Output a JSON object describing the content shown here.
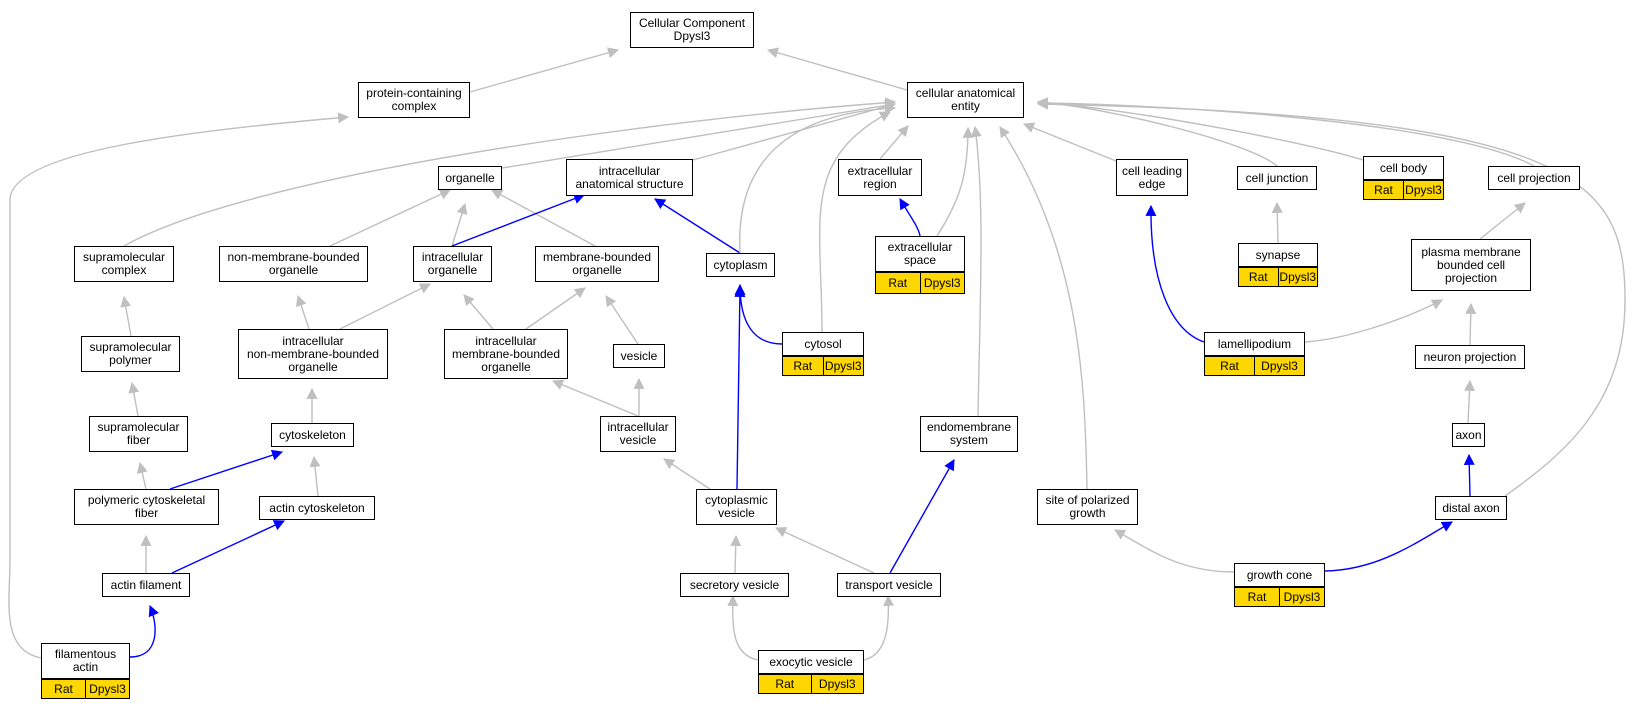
{
  "colors": {
    "edge_is_a": "#bfbfbf",
    "edge_part_of": "#0000ff",
    "badge": "#ffd700"
  },
  "nodes": {
    "root": "Cellular Component\nDpysl3",
    "protein_complex": "protein-containing\ncomplex",
    "cae": "cellular anatomical\nentity",
    "organelle": "organelle",
    "ias": "intracellular\nanatomical structure",
    "ecr": "extracellular\nregion",
    "leading_edge": "cell leading\nedge",
    "junction": "cell junction",
    "cell_body": "cell body",
    "cell_projection": "cell projection",
    "smc": "supramolecular\ncomplex",
    "nmbo": "non-membrane-bounded\norganelle",
    "io": "intracellular\norganelle",
    "mbo": "membrane-bounded\norganelle",
    "cytoplasm": "cytoplasm",
    "ecs": "extracellular\nspace",
    "synapse": "synapse",
    "pmbcp": "plasma membrane\nbounded cell\nprojection",
    "smp": "supramolecular\npolymer",
    "inmbo": "intracellular\nnon-membrane-bounded\norganelle",
    "imbo": "intracellular\nmembrane-bounded\norganelle",
    "vesicle": "vesicle",
    "cytosol": "cytosol",
    "lamellipodium": "lamellipodium",
    "neuron_projection": "neuron projection",
    "smf": "supramolecular\nfiber",
    "cytoskeleton": "cytoskeleton",
    "iv": "intracellular\nvesicle",
    "endomembrane": "endomembrane\nsystem",
    "axon": "axon",
    "pcf": "polymeric cytoskeletal\nfiber",
    "actin_cytoskeleton": "actin cytoskeleton",
    "cv": "cytoplasmic\nvesicle",
    "spg": "site of polarized\ngrowth",
    "distal_axon": "distal axon",
    "actin_filament": "actin filament",
    "secretory_vesicle": "secretory vesicle",
    "transport_vesicle": "transport vesicle",
    "growth_cone": "growth cone",
    "filamentous_actin": "filamentous\nactin",
    "exocytic_vesicle": "exocytic vesicle"
  },
  "annotation": {
    "species": "Rat",
    "gene": "Dpysl3"
  }
}
